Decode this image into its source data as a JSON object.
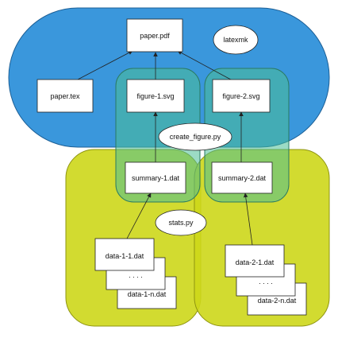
{
  "groups": {
    "latex": {
      "label": "latexmk",
      "color": "#3a97dc"
    },
    "figure1": {
      "color": "rgba(75,190,150,0.55)"
    },
    "figure2": {
      "color": "rgba(75,190,150,0.55)"
    },
    "stats1": {
      "color": "rgba(205,215,25,0.9)"
    },
    "stats2": {
      "color": "rgba(205,215,25,0.9)"
    }
  },
  "nodes": {
    "paper_pdf": "paper.pdf",
    "paper_tex": "paper.tex",
    "figure1_svg": "figure-1.svg",
    "figure2_svg": "figure-2.svg",
    "create_figure": "create_figure.py",
    "summary1": "summary-1.dat",
    "summary2": "summary-2.dat",
    "stats": "stats.py",
    "data_1_1": "data-1-1.dat",
    "data_1_dots": ". . . .",
    "data_1_n": "data-1-n.dat",
    "data_2_1": "data-2-1.dat",
    "data_2_dots": ". . . .",
    "data_2_n": "data-2-n.dat"
  }
}
